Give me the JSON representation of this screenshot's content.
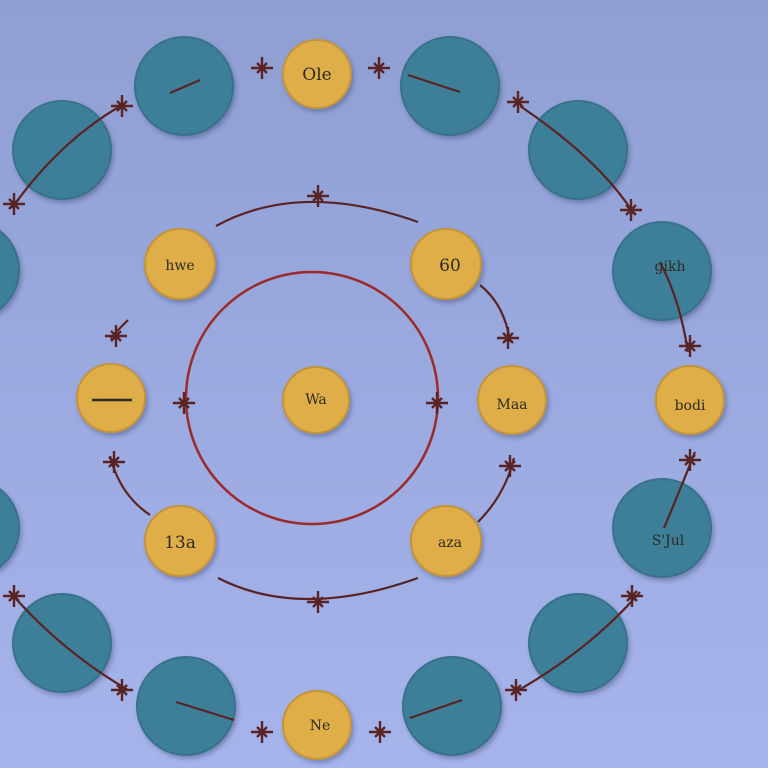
{
  "colors": {
    "background_top": "#8f9fd2",
    "background_bottom": "#a6b4ec",
    "outer_node": "#3d7f99",
    "outer_node_stroke": "#37728a",
    "inner_node": "#dfae48",
    "inner_node_stroke": "#c4943a",
    "arrow": "#5a2323",
    "center_ring": "#9c2a2a"
  },
  "nodes": {
    "top": "Ole",
    "bottom": "Ne",
    "center": "Wa",
    "inner_top_left": "hwe",
    "inner_top_right": "60",
    "inner_left": "—",
    "inner_right": "Maa",
    "inner_bottom_left": "13a",
    "inner_bottom_right": "aza",
    "right": "bodi",
    "outer_right_upper": "gikh",
    "outer_right_lower": "S'Jul"
  }
}
